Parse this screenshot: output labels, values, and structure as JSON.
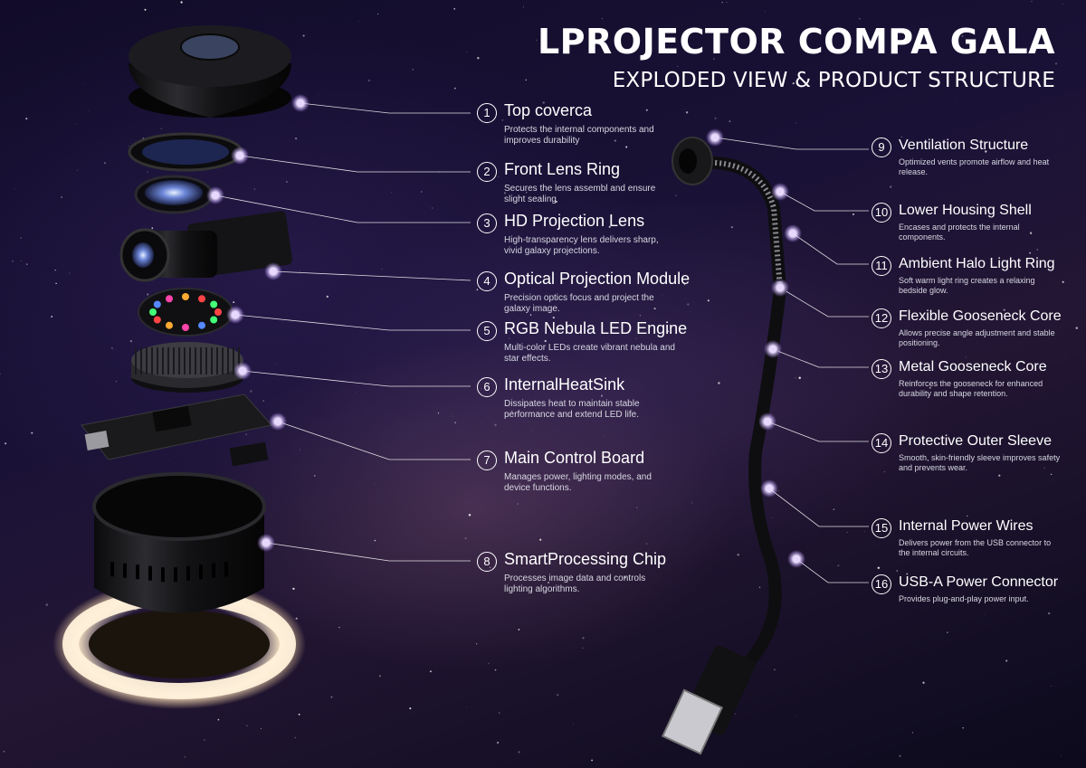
{
  "header": {
    "title": "LPROJECTOR COMPA GALA",
    "subtitle": "EXPLODED VIEW & PRODUCT STRUCTURE"
  },
  "left_callouts": [
    {
      "num": "1",
      "title": "Top coverca",
      "desc": "Protects the internal components and improves durability"
    },
    {
      "num": "2",
      "title": "Front Lens Ring",
      "desc": "Secures the lens assembl and ensure slight sealing"
    },
    {
      "num": "3",
      "title": "HD Projection Lens",
      "desc": "High-transparency lens delivers sharp, vivid galaxy projections."
    },
    {
      "num": "4",
      "title": "Optical Projection Module",
      "desc": "Precision optics focus and project the galaxy image."
    },
    {
      "num": "5",
      "title": "RGB Nebula LED Engine",
      "desc": "Multi-color LEDs create vibrant nebula and star effects."
    },
    {
      "num": "6",
      "title": "InternalHeatSink",
      "desc": "Dissipates heat to maintain stable performance and extend LED life."
    },
    {
      "num": "7",
      "title": "Main Control Board",
      "desc": "Manages power, lighting modes, and device functions."
    },
    {
      "num": "8",
      "title": "SmartProcessing Chip",
      "desc": "Processes image data and controls lighting algorithms."
    }
  ],
  "right_callouts": [
    {
      "num": "9",
      "title": "Ventilation Structure",
      "desc": "Optimized vents promote airflow and heat release."
    },
    {
      "num": "10",
      "title": "Lower Housing Shell",
      "desc": "Encases and protects the internal components."
    },
    {
      "num": "11",
      "title": "Ambient Halo Light Ring",
      "desc": "Soft warm light ring creates a relaxing bedside glow."
    },
    {
      "num": "12",
      "title": "Flexible Gooseneck Core",
      "desc": "Allows precise angle adjustment and stable positioning."
    },
    {
      "num": "13",
      "title": "Metal Gooseneck Core",
      "desc": "Reinforces the gooseneck for enhanced durability and shape retention."
    },
    {
      "num": "14",
      "title": "Protective Outer Sleeve",
      "desc": "Smooth, skin-friendly sleeve improves safety and prevents wear."
    },
    {
      "num": "15",
      "title": "Internal Power Wires",
      "desc": "Delivers power from the USB connector to the internal circuits."
    },
    {
      "num": "16",
      "title": "USB-A Power Connector",
      "desc": "Provides plug-and-play power input."
    }
  ],
  "colors": {
    "dot_glow": "#e8d8ff",
    "ring_light": "#ffe9c8",
    "background": "#150f2c"
  }
}
